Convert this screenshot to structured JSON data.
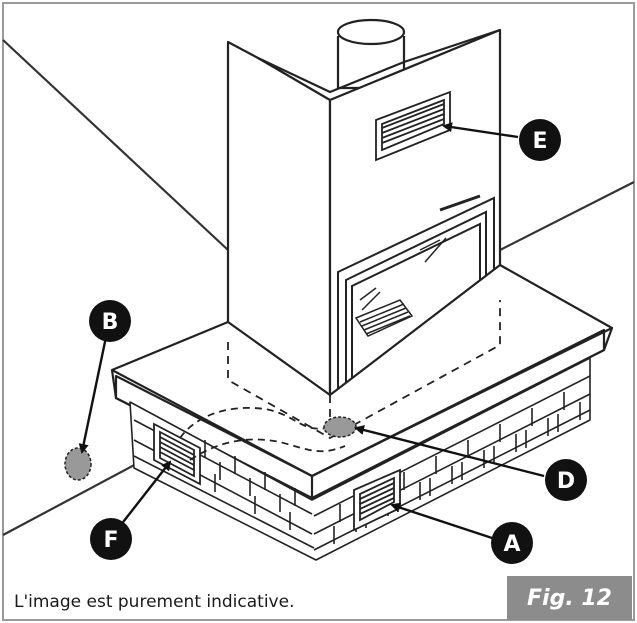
{
  "labels": {
    "a": "A",
    "b": "B",
    "d": "D",
    "e": "E",
    "f": "F"
  },
  "caption": "L'image est purement indicative.",
  "figure_tag": "Fig. 12"
}
